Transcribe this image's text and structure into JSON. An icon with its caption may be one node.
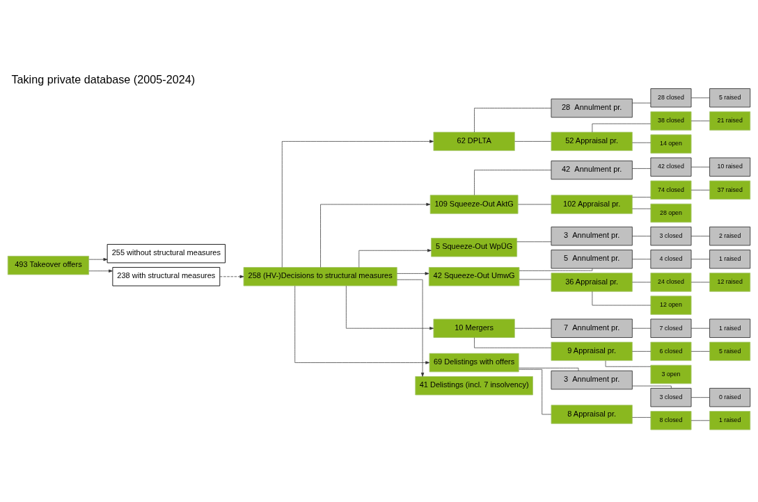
{
  "diagram": {
    "title": "Taking private database (2005-2024)",
    "nodes": [
      {
        "text": [
          "493 Takeover offers"
        ]
      },
      {
        "text": [
          "255 without structural measures"
        ]
      },
      {
        "text": [
          "238 with structural measures"
        ]
      },
      {
        "text": [
          "258 (HV-)Decisions to structural measures"
        ]
      },
      {
        "text": [
          "62 DPLTA"
        ]
      },
      {
        "text": [
          "109 Squeeze-Out AktG"
        ]
      },
      {
        "text": [
          "5 Squeeze-Out WpÜG"
        ]
      },
      {
        "text": [
          "42 Squeeze-Out UmwG"
        ]
      },
      {
        "text": [
          "10 Mergers"
        ]
      },
      {
        "text": [
          "69 Delistings with offers"
        ]
      },
      {
        "text": [
          "41 Delistings (incl. 7 insolvency)"
        ]
      },
      {
        "text": [
          "28  Annulment pr."
        ]
      },
      {
        "text": [
          "28 closed"
        ]
      },
      {
        "text": [
          "5 raised"
        ]
      },
      {
        "text": [
          "52 Appraisal pr."
        ]
      },
      {
        "text": [
          "38 closed"
        ]
      },
      {
        "text": [
          "21 raised"
        ]
      },
      {
        "text": [
          "14 open"
        ]
      },
      {
        "text": [
          "42  Annulment pr."
        ]
      },
      {
        "text": [
          "42 closed"
        ]
      },
      {
        "text": [
          "10 raised"
        ]
      },
      {
        "text": [
          "102 Appraisal pr."
        ]
      },
      {
        "text": [
          "74 closed"
        ]
      },
      {
        "text": [
          "37 raised"
        ]
      },
      {
        "text": [
          "28 open"
        ]
      },
      {
        "text": [
          "3  Annulment pr."
        ]
      },
      {
        "text": [
          "3 closed"
        ]
      },
      {
        "text": [
          "2 raised"
        ]
      },
      {
        "text": [
          "5  Annulment pr."
        ]
      },
      {
        "text": [
          "4 closed"
        ]
      },
      {
        "text": [
          "1 raised"
        ]
      },
      {
        "text": [
          "36 Appraisal pr."
        ]
      },
      {
        "text": [
          "24 closed"
        ]
      },
      {
        "text": [
          "12 raised"
        ]
      },
      {
        "text": [
          "12 open"
        ]
      },
      {
        "text": [
          "7  Annulment pr."
        ]
      },
      {
        "text": [
          "7 closed"
        ]
      },
      {
        "text": [
          "1 raised"
        ]
      },
      {
        "text": [
          "9 Appraisal pr."
        ]
      },
      {
        "text": [
          "6 closed"
        ]
      },
      {
        "text": [
          "5 raised"
        ]
      },
      {
        "text": [
          "3 open"
        ]
      },
      {
        "text": [
          "3  Annulment pr."
        ]
      },
      {
        "text": [
          "3 closed"
        ]
      },
      {
        "text": [
          "0 raised"
        ]
      },
      {
        "text": [
          "8 Appraisal pr."
        ]
      },
      {
        "text": [
          "8 closed"
        ]
      },
      {
        "text": [
          "1 raised"
        ]
      }
    ],
    "edges": [
      {
        "from": 0,
        "to": 1,
        "arrow": "to"
      },
      {
        "from": 0,
        "to": 2,
        "arrow": "to"
      },
      {
        "from": 2,
        "to": 3,
        "arrow": "to",
        "style": "dashed"
      },
      {
        "from": 3,
        "to": 4,
        "arrow": "to"
      },
      {
        "from": 3,
        "to": 5,
        "arrow": "to"
      },
      {
        "from": 3,
        "to": 6,
        "arrow": "to"
      },
      {
        "from": 3,
        "to": 7,
        "arrow": "to"
      },
      {
        "from": 3,
        "to": 8,
        "arrow": "to"
      },
      {
        "from": 3,
        "to": 9,
        "arrow": "to"
      },
      {
        "from": 3,
        "to": 10,
        "arrow": "to"
      },
      {
        "from": 4,
        "to": 11,
        "arrow": "none"
      },
      {
        "from": 11,
        "to": 12,
        "arrow": "none"
      },
      {
        "from": 12,
        "to": 13,
        "arrow": "none"
      },
      {
        "from": 4,
        "to": 14,
        "arrow": "none"
      },
      {
        "from": 14,
        "to": 15,
        "arrow": "none"
      },
      {
        "from": 15,
        "to": 16,
        "arrow": "none"
      },
      {
        "from": 14,
        "to": 17,
        "arrow": "none"
      },
      {
        "from": 5,
        "to": 18,
        "arrow": "none"
      },
      {
        "from": 18,
        "to": 19,
        "arrow": "none"
      },
      {
        "from": 19,
        "to": 20,
        "arrow": "none"
      },
      {
        "from": 5,
        "to": 21,
        "arrow": "none"
      },
      {
        "from": 21,
        "to": 22,
        "arrow": "none"
      },
      {
        "from": 22,
        "to": 23,
        "arrow": "none"
      },
      {
        "from": 21,
        "to": 24,
        "arrow": "none"
      },
      {
        "from": 6,
        "to": 25,
        "arrow": "none"
      },
      {
        "from": 25,
        "to": 26,
        "arrow": "none"
      },
      {
        "from": 26,
        "to": 27,
        "arrow": "none"
      },
      {
        "from": 7,
        "to": 28,
        "arrow": "none"
      },
      {
        "from": 28,
        "to": 29,
        "arrow": "none"
      },
      {
        "from": 29,
        "to": 30,
        "arrow": "none"
      },
      {
        "from": 7,
        "to": 31,
        "arrow": "none"
      },
      {
        "from": 31,
        "to": 32,
        "arrow": "none"
      },
      {
        "from": 32,
        "to": 33,
        "arrow": "none"
      },
      {
        "from": 31,
        "to": 34,
        "arrow": "none"
      },
      {
        "from": 8,
        "to": 35,
        "arrow": "none"
      },
      {
        "from": 35,
        "to": 36,
        "arrow": "none"
      },
      {
        "from": 36,
        "to": 37,
        "arrow": "none"
      },
      {
        "from": 8,
        "to": 38,
        "arrow": "none"
      },
      {
        "from": 38,
        "to": 39,
        "arrow": "none"
      },
      {
        "from": 39,
        "to": 40,
        "arrow": "none"
      },
      {
        "from": 38,
        "to": 41,
        "arrow": "none"
      },
      {
        "from": 9,
        "to": 42,
        "arrow": "none"
      },
      {
        "from": 42,
        "to": 43,
        "arrow": "none"
      },
      {
        "from": 43,
        "to": 44,
        "arrow": "none"
      },
      {
        "from": 9,
        "to": 45,
        "arrow": "none"
      },
      {
        "from": 45,
        "to": 46,
        "arrow": "none"
      },
      {
        "from": 46,
        "to": 47,
        "arrow": "none"
      }
    ]
  }
}
